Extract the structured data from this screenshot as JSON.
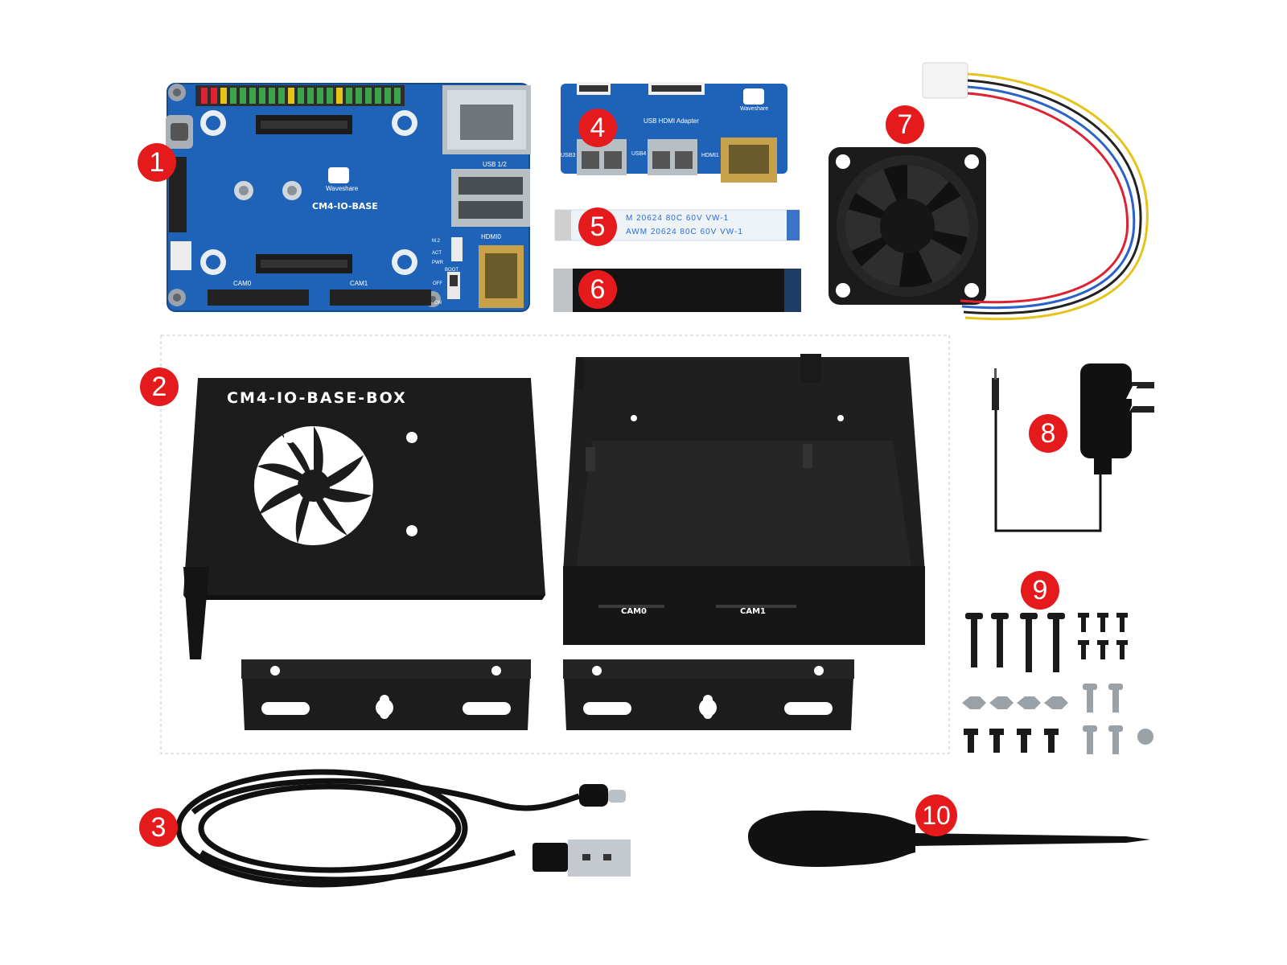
{
  "badges": [
    "1",
    "2",
    "3",
    "4",
    "5",
    "6",
    "7",
    "8",
    "9",
    "10"
  ],
  "board": {
    "title": "CM4-IO-BASE",
    "brand": "Waveshare",
    "labels": [
      "CAM0",
      "CAM1",
      "USB 1/2",
      "HDMI0",
      "M.2",
      "ACT",
      "PWR",
      "BOOT",
      "OFF",
      "ON"
    ]
  },
  "adapter": {
    "title": "USB HDMI Adapter",
    "brand": "Waveshare",
    "labels": [
      "USB3",
      "USB4",
      "HDMI1"
    ]
  },
  "ribbon": {
    "text1": "M   20624   80C   60V   VW-1",
    "text2": "AWM   20624   80C   60V   VW-1"
  },
  "case": {
    "lid_text": "CM4-IO-BASE-BOX",
    "ports": [
      "CAM0",
      "CAM1"
    ]
  },
  "colors": {
    "badge": "#e41a1c",
    "board": "#1f63b8",
    "metal": "#1a1a1a"
  }
}
